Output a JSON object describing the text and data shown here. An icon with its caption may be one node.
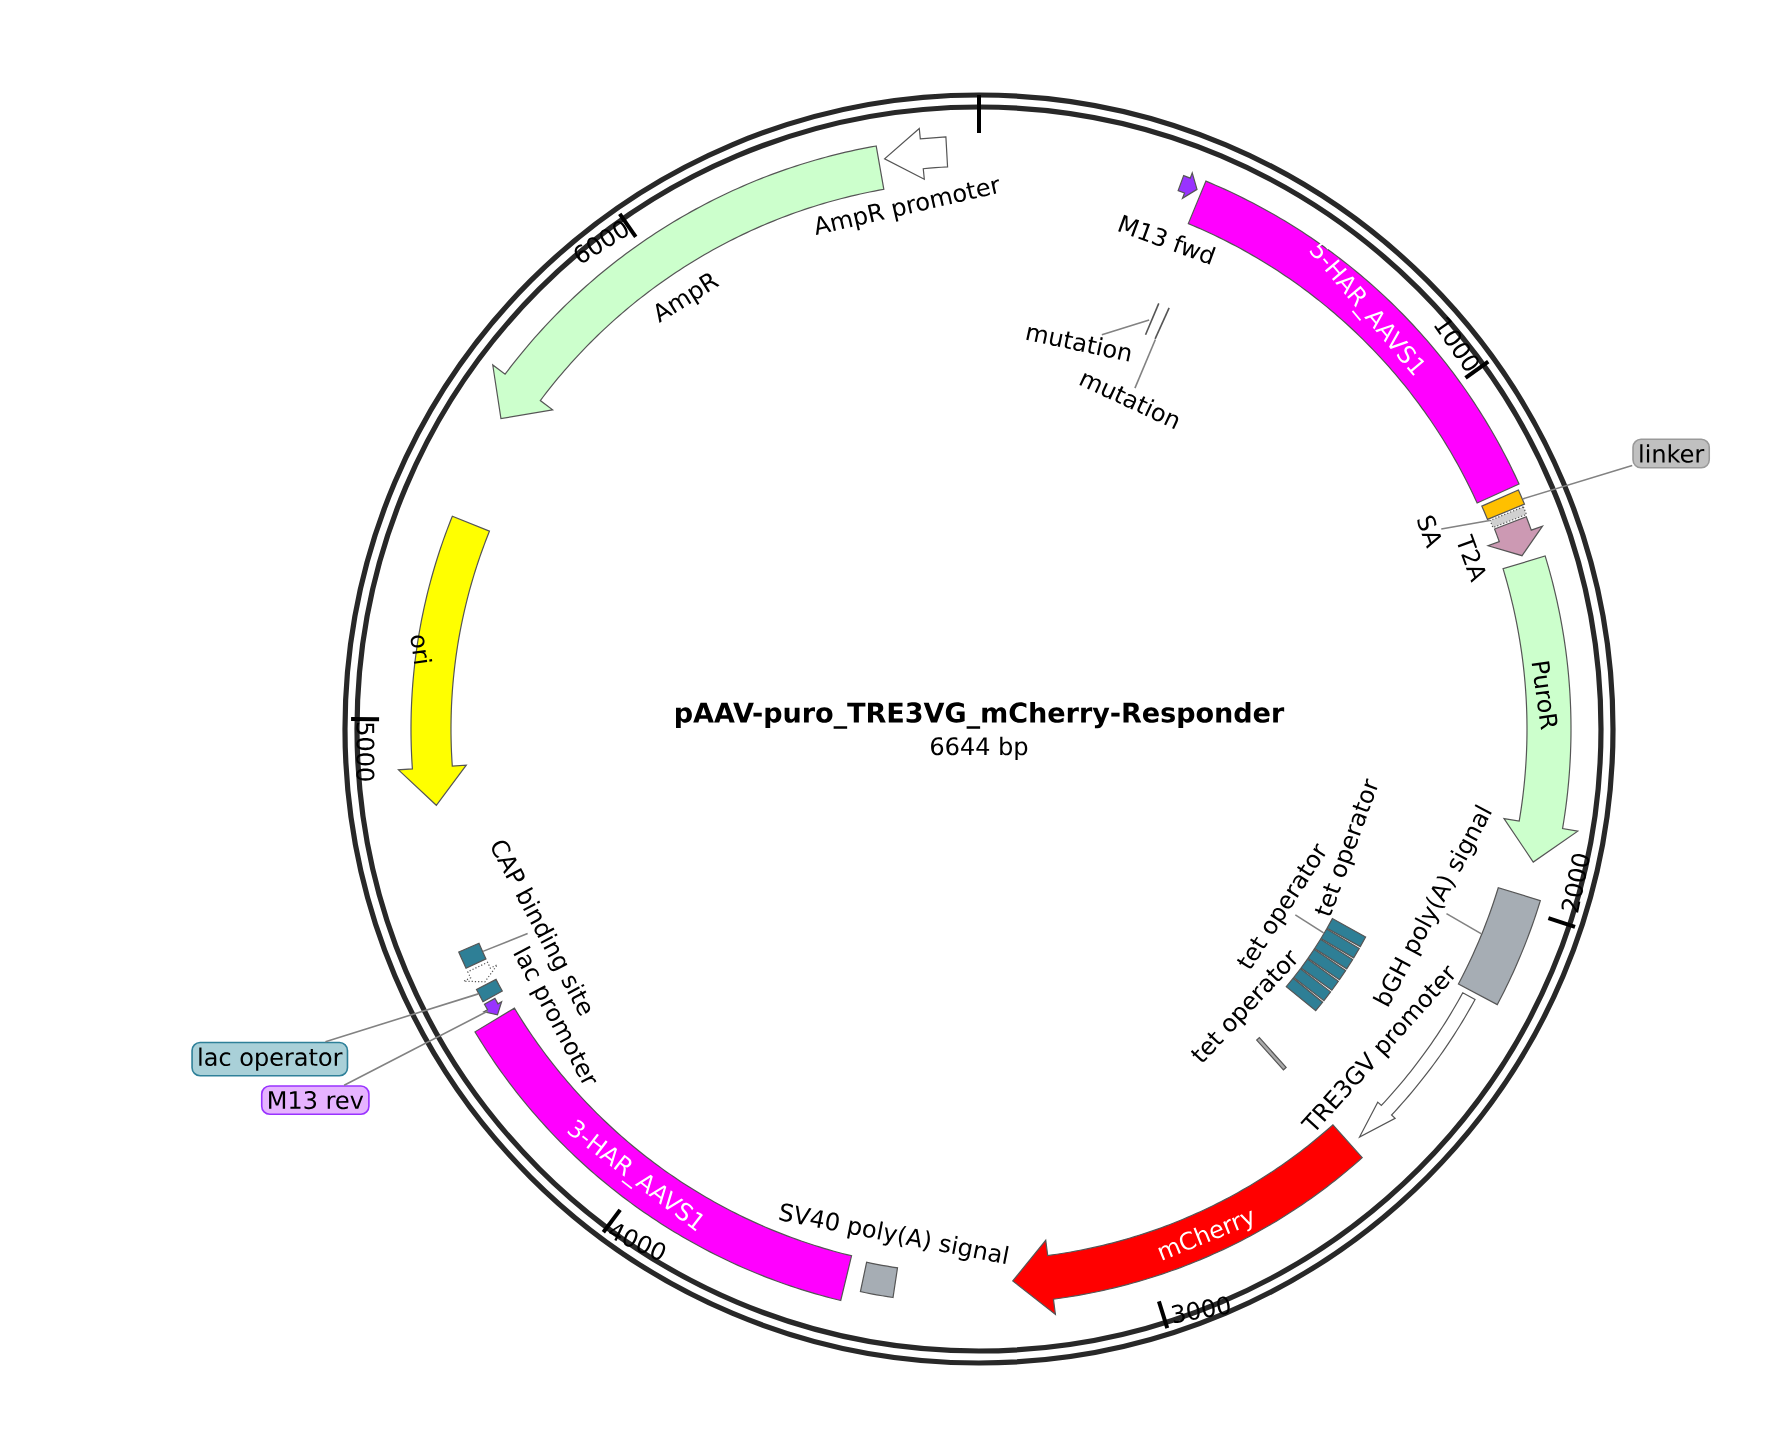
{
  "diagram": {
    "title": "pAAV-puro_TRE3VG_mCherry-Responder",
    "nodes": [
      {
        "text": [
          "M13 fwd"
        ]
      },
      {
        "text": [
          "5-HAR_AAVS1"
        ]
      },
      {
        "text": [],
        "shape": "bar"
      },
      {
        "text": [],
        "shape": "bar"
      },
      {
        "text": [
          "mutation"
        ]
      },
      {
        "text": [
          "mutation"
        ]
      },
      {
        "text": [],
        "shape": "box"
      },
      {
        "text": [
          "linker"
        ]
      },
      {
        "text": [],
        "shape": "box"
      },
      {
        "text": [
          "SA"
        ]
      },
      {
        "text": [
          "T2A"
        ]
      },
      {
        "text": [
          "PuroR"
        ]
      },
      {
        "text": [],
        "shape": "box"
      },
      {
        "text": [
          "bGH poly(A) signal"
        ]
      },
      {
        "text": [
          "TRE3GV promoter"
        ]
      },
      {
        "text": [],
        "shape": "box"
      },
      {
        "text": [],
        "shape": "box"
      },
      {
        "text": [],
        "shape": "box"
      },
      {
        "text": [],
        "shape": "box"
      },
      {
        "text": [],
        "shape": "box"
      },
      {
        "text": [],
        "shape": "box"
      },
      {
        "text": [],
        "shape": "box"
      },
      {
        "text": [],
        "shape": "bar"
      },
      {
        "text": [
          "tet operator"
        ]
      },
      {
        "text": [
          "mCherry"
        ]
      },
      {
        "text": [
          "SV40 poly(A) signal"
        ]
      },
      {
        "text": [
          "3-HAR_AAVS1"
        ]
      },
      {
        "text": [],
        "shape": "box"
      },
      {
        "text": [
          "M13 rev"
        ]
      },
      {
        "text": [],
        "shape": "box"
      },
      {
        "text": [
          "lac operator"
        ]
      },
      {
        "text": [
          "lac promoter"
        ]
      },
      {
        "text": [],
        "shape": "box"
      },
      {
        "text": [
          "CAP binding site"
        ]
      },
      {
        "text": [
          "ori"
        ]
      },
      {
        "text": [
          "AmpR"
        ]
      },
      {
        "text": [
          "AmpR promoter"
        ]
      }
    ],
    "edges": [
      {
        "from": 4,
        "to": 2,
        "arrow": "none"
      },
      {
        "from": 5,
        "to": 3,
        "arrow": "none"
      },
      {
        "from": 7,
        "to": 6,
        "arrow": "none"
      },
      {
        "from": 9,
        "to": 8,
        "arrow": "none"
      },
      {
        "from": 13,
        "to": 12,
        "arrow": "none"
      },
      {
        "from": 23,
        "to": 16,
        "arrow": "none"
      },
      {
        "from": 28,
        "to": 27,
        "arrow": "none"
      },
      {
        "from": 30,
        "to": 29,
        "arrow": "none"
      },
      {
        "from": 33,
        "to": 32,
        "arrow": "none"
      }
    ],
    "labels": [
      "6644 bp",
      "1000",
      "2000",
      "3000",
      "4000",
      "5000",
      "6000",
      "tet operator",
      "tet operator"
    ]
  }
}
